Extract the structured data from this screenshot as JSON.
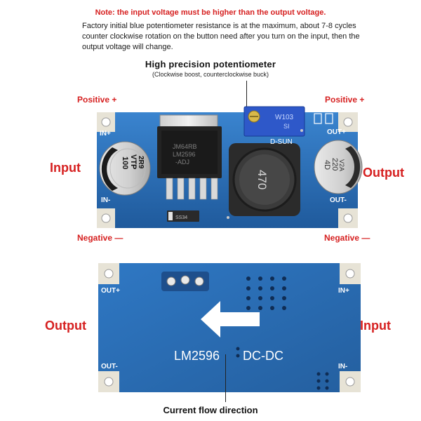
{
  "note": "Note: the input voltage must be higher than the output voltage.",
  "description": "Factory initial blue potentiometer resistance is at the maximum, about 7-8 cycles counter clockwise rotation on the button need after you turn on the input, then the output voltage will change.",
  "potentiometer": {
    "title": "High precision potentiometer",
    "subtitle": "(Clockwise boost, counterclockwise buck)"
  },
  "labels": {
    "positive": "Positive +",
    "negative": "Negative —",
    "input": "Input",
    "output": "Output",
    "current_flow": "Current flow direction"
  },
  "top_board": {
    "in_plus": "IN+",
    "in_minus": "IN-",
    "out_plus": "OUT+",
    "out_minus": "OUT-",
    "left_cap_line1": "100",
    "left_cap_line2": "VTP",
    "left_cap_line3": "2R9",
    "ic_line1": "JM64RB",
    "ic_line2": "LM2596",
    "ic_line3": "-ADJ",
    "inductor": "470",
    "pot_line1": "W103",
    "pot_line2": "SI",
    "dsun": "D-SUN",
    "diode": "SS34",
    "right_cap_line1": "4D",
    "right_cap_line2": "220",
    "right_cap_line3": "V2A"
  },
  "bottom_board": {
    "out_plus": "OUT+",
    "out_minus": "OUT-",
    "in_plus": "IN+",
    "in_minus": "IN-",
    "chip": "LM2596",
    "dcdc": "DC-DC"
  },
  "colors": {
    "red": "#d62020",
    "pcb": "#2c6fb6",
    "pcb_dark": "#1d5493",
    "silk": "#ffffff"
  }
}
